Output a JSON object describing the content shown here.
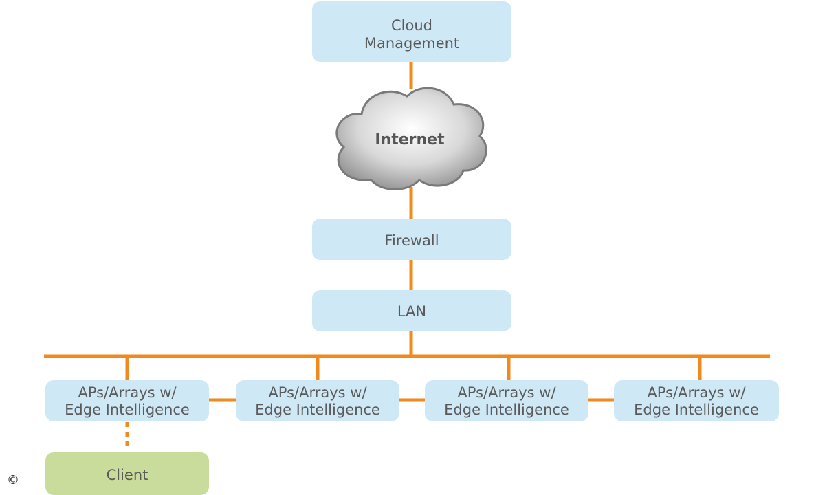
{
  "nodes": {
    "cloud_management": {
      "line1": "Cloud",
      "line2": "Management"
    },
    "internet": {
      "label": "Internet"
    },
    "firewall": {
      "label": "Firewall"
    },
    "lan": {
      "label": "LAN"
    },
    "aps": [
      {
        "line1": "APs/Arrays w/",
        "line2": "Edge Intelligence"
      },
      {
        "line1": "APs/Arrays w/",
        "line2": "Edge Intelligence"
      },
      {
        "line1": "APs/Arrays w/",
        "line2": "Edge Intelligence"
      },
      {
        "line1": "APs/Arrays w/",
        "line2": "Edge Intelligence"
      }
    ],
    "client": {
      "label": "Client"
    }
  },
  "copyright": "©",
  "colors": {
    "box_fill": "#cfe8f5",
    "client_fill": "#c9dc9c",
    "connector": "#f08a1e",
    "text": "#5a5a5a"
  }
}
